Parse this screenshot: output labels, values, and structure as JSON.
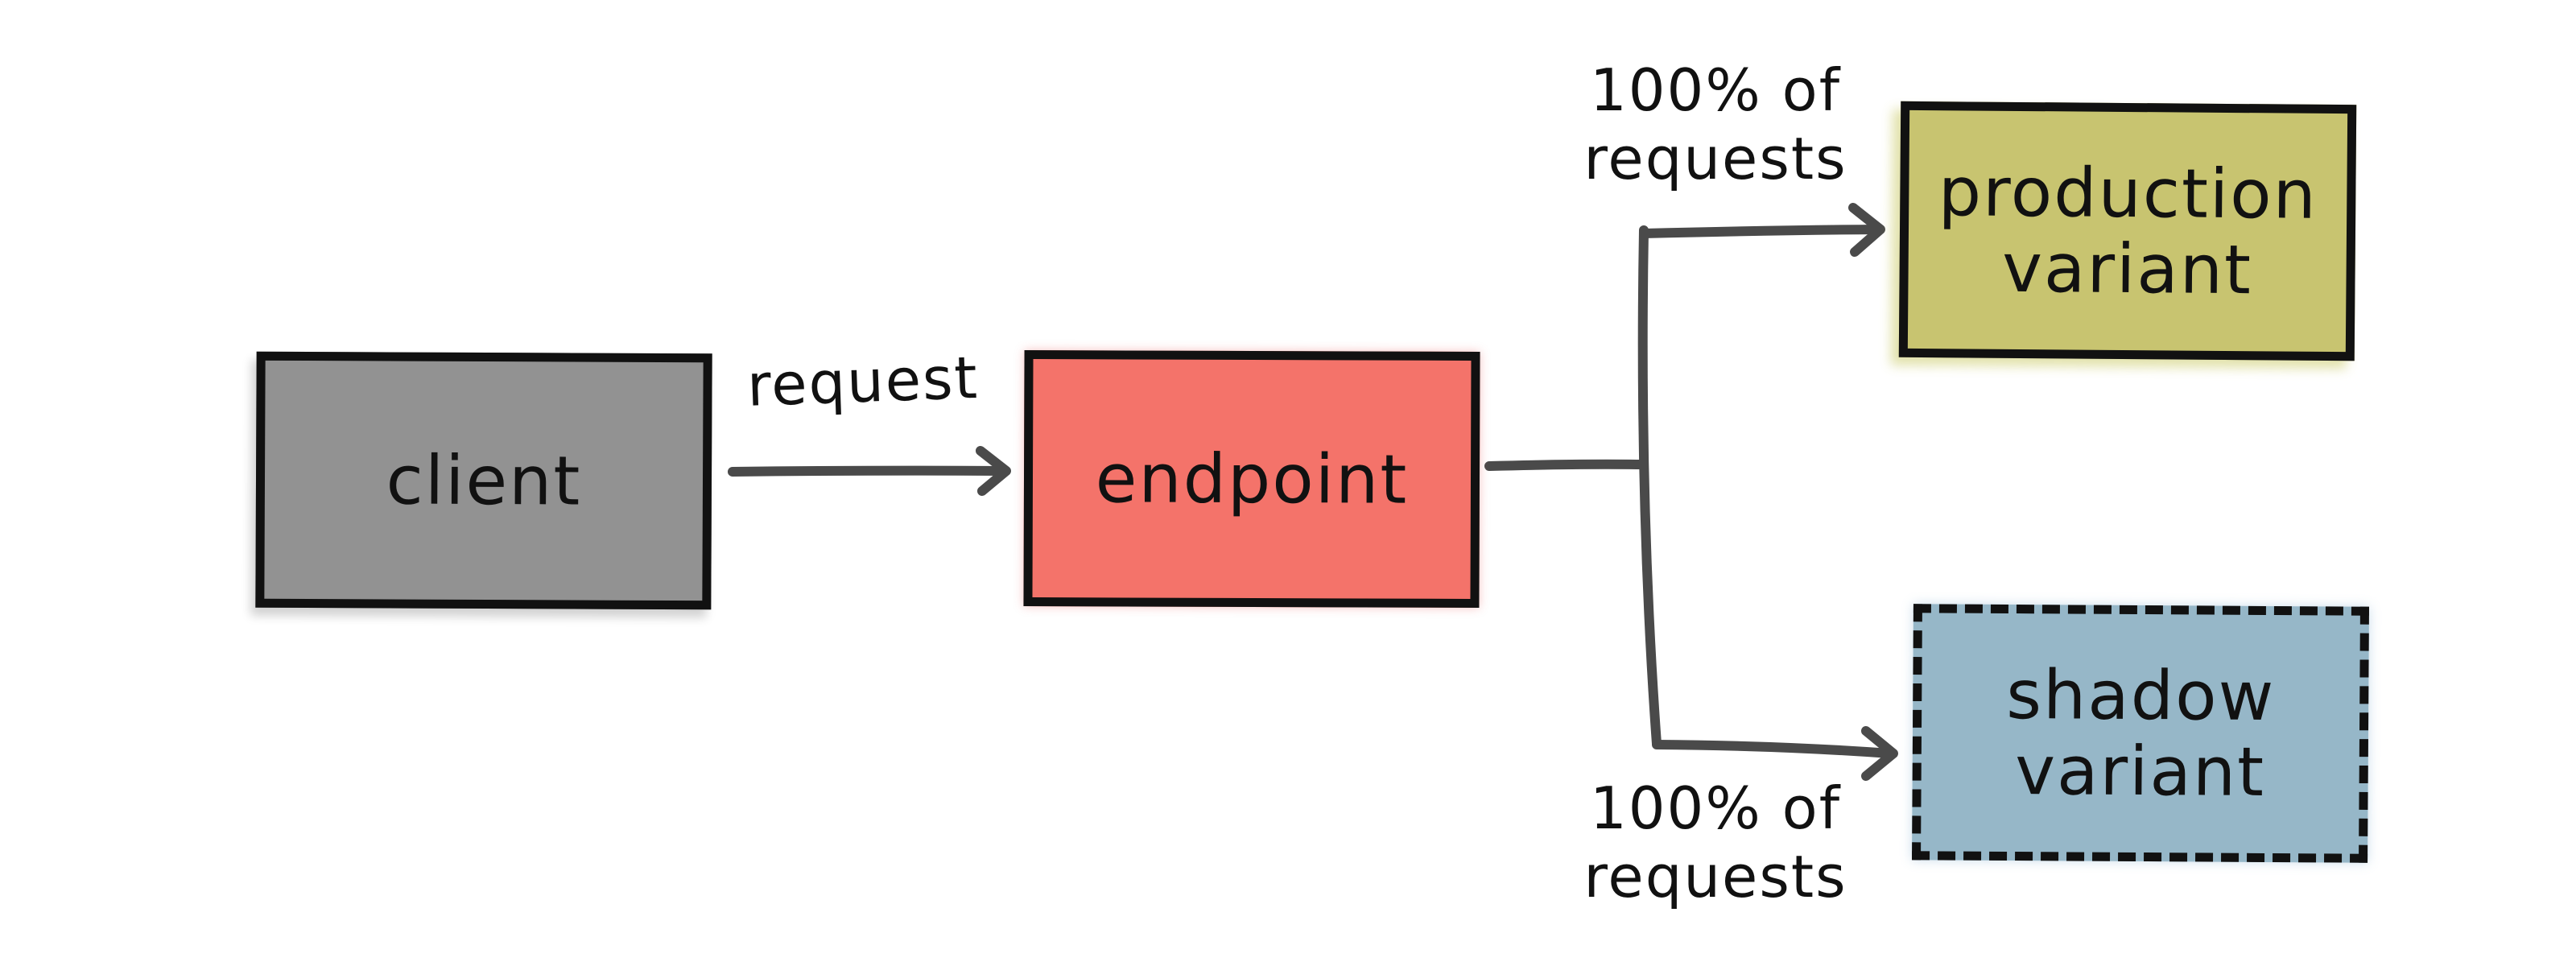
{
  "diagram": {
    "nodes": {
      "client": {
        "label": "client",
        "fill": "#929292"
      },
      "endpoint": {
        "label": "endpoint",
        "fill": "#f4736a"
      },
      "production": {
        "label": "production\nvariant",
        "fill": "#c8c470"
      },
      "shadow": {
        "label": "shadow\nvariant",
        "fill": "#96b7c8"
      }
    },
    "labels": {
      "request": "request",
      "top_split": "100% of\nrequests",
      "bottom_split": "100% of\nrequests"
    },
    "colors": {
      "line": "#4a4a4a",
      "border": "#111111",
      "background": "#ffffff"
    }
  }
}
